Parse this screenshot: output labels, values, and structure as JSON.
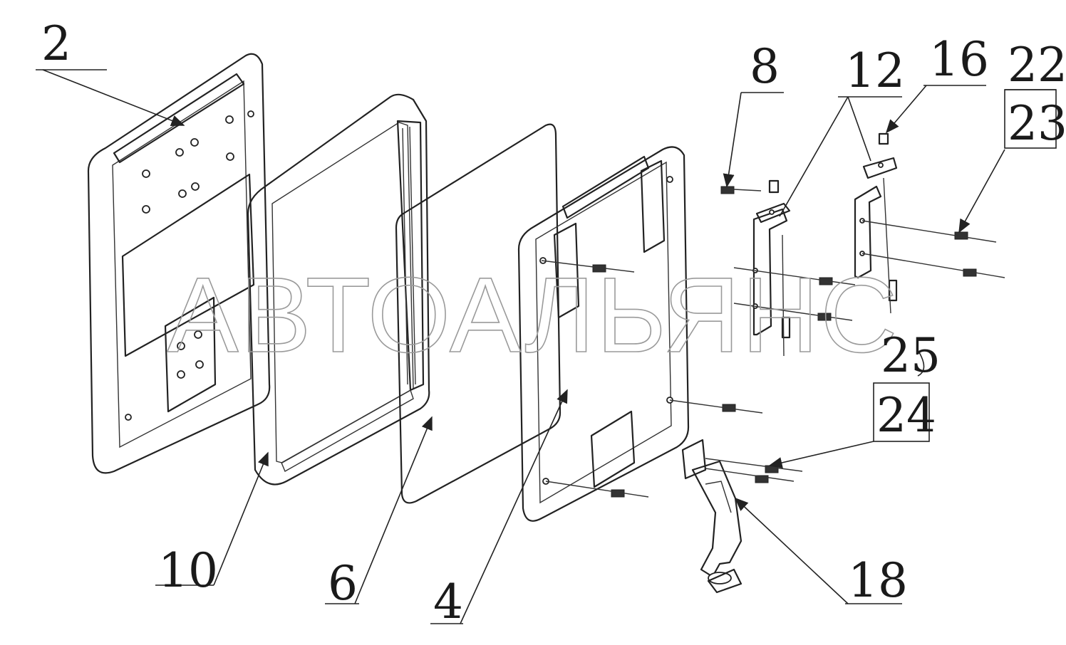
{
  "watermark": "АВТОАЛЬЯНС",
  "callouts": [
    "2",
    "8",
    "12",
    "16",
    "22",
    "23",
    "25",
    "24",
    "10",
    "6",
    "4",
    "18"
  ]
}
